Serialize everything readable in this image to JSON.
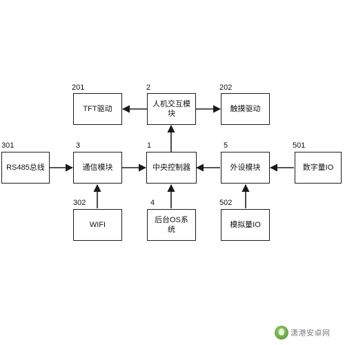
{
  "blocks": {
    "tft_driver": {
      "number": "201",
      "label": "TFT驱动"
    },
    "hmi_module": {
      "number": "2",
      "label": "人机交互模块"
    },
    "touch_driver": {
      "number": "202",
      "label": "触摸驱动"
    },
    "rs485_bus": {
      "number": "301",
      "label": "RS485总线"
    },
    "comm_module": {
      "number": "3",
      "label": "通信模块"
    },
    "central_controller": {
      "number": "1",
      "label": "中央控制器"
    },
    "peripheral_module": {
      "number": "5",
      "label": "外设模块"
    },
    "digital_io": {
      "number": "501",
      "label": "数字量IO"
    },
    "wifi": {
      "number": "302",
      "label": "WIFI"
    },
    "background_os": {
      "number": "4",
      "label": "后台OS系统"
    },
    "analog_io": {
      "number": "502",
      "label": "模拟量IO"
    }
  },
  "watermark": {
    "text": "潇港安卓网",
    "icon": "leaf-logo-icon"
  }
}
